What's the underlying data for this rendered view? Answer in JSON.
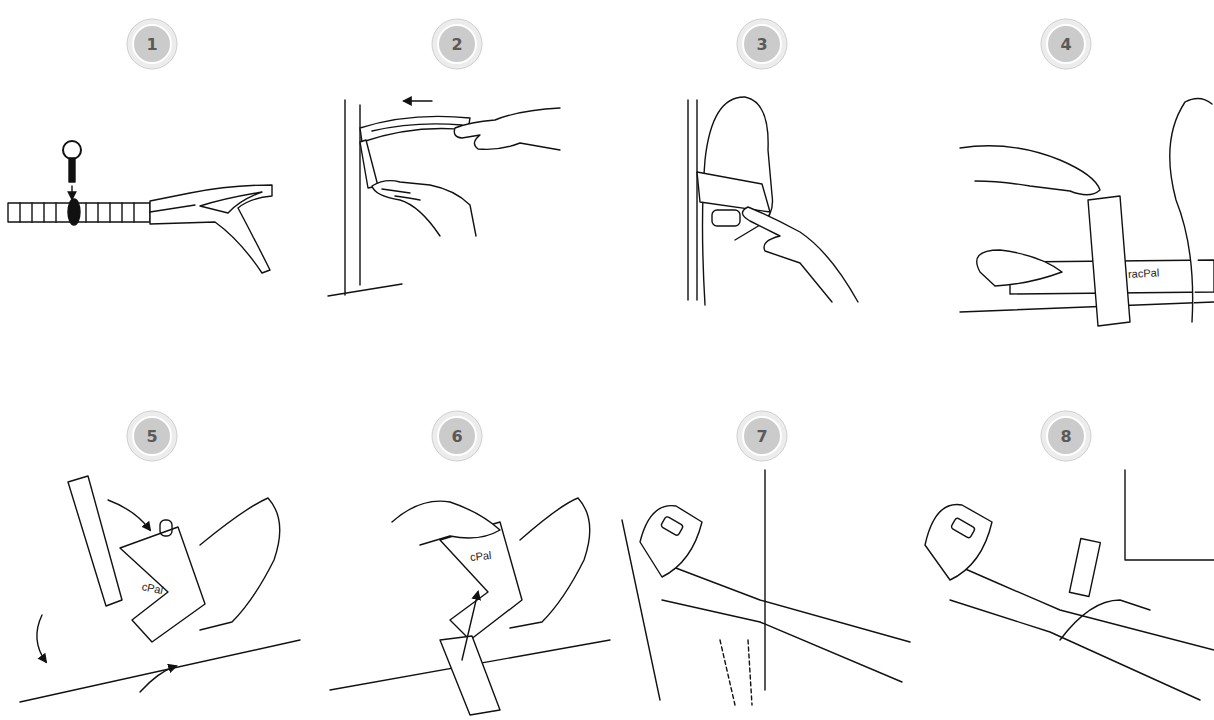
{
  "diagram": {
    "nodes": [
      {
        "text": [
          "1"
        ]
      },
      {
        "text": [
          "2"
        ]
      },
      {
        "text": [
          "3"
        ]
      },
      {
        "text": [
          "4"
        ]
      },
      {
        "text": [
          "5"
        ]
      },
      {
        "text": [
          "6"
        ]
      },
      {
        "text": [
          "7"
        ]
      },
      {
        "text": [
          "8"
        ]
      }
    ],
    "labels": [
      "racPal",
      "cPal",
      "cPal"
    ]
  }
}
